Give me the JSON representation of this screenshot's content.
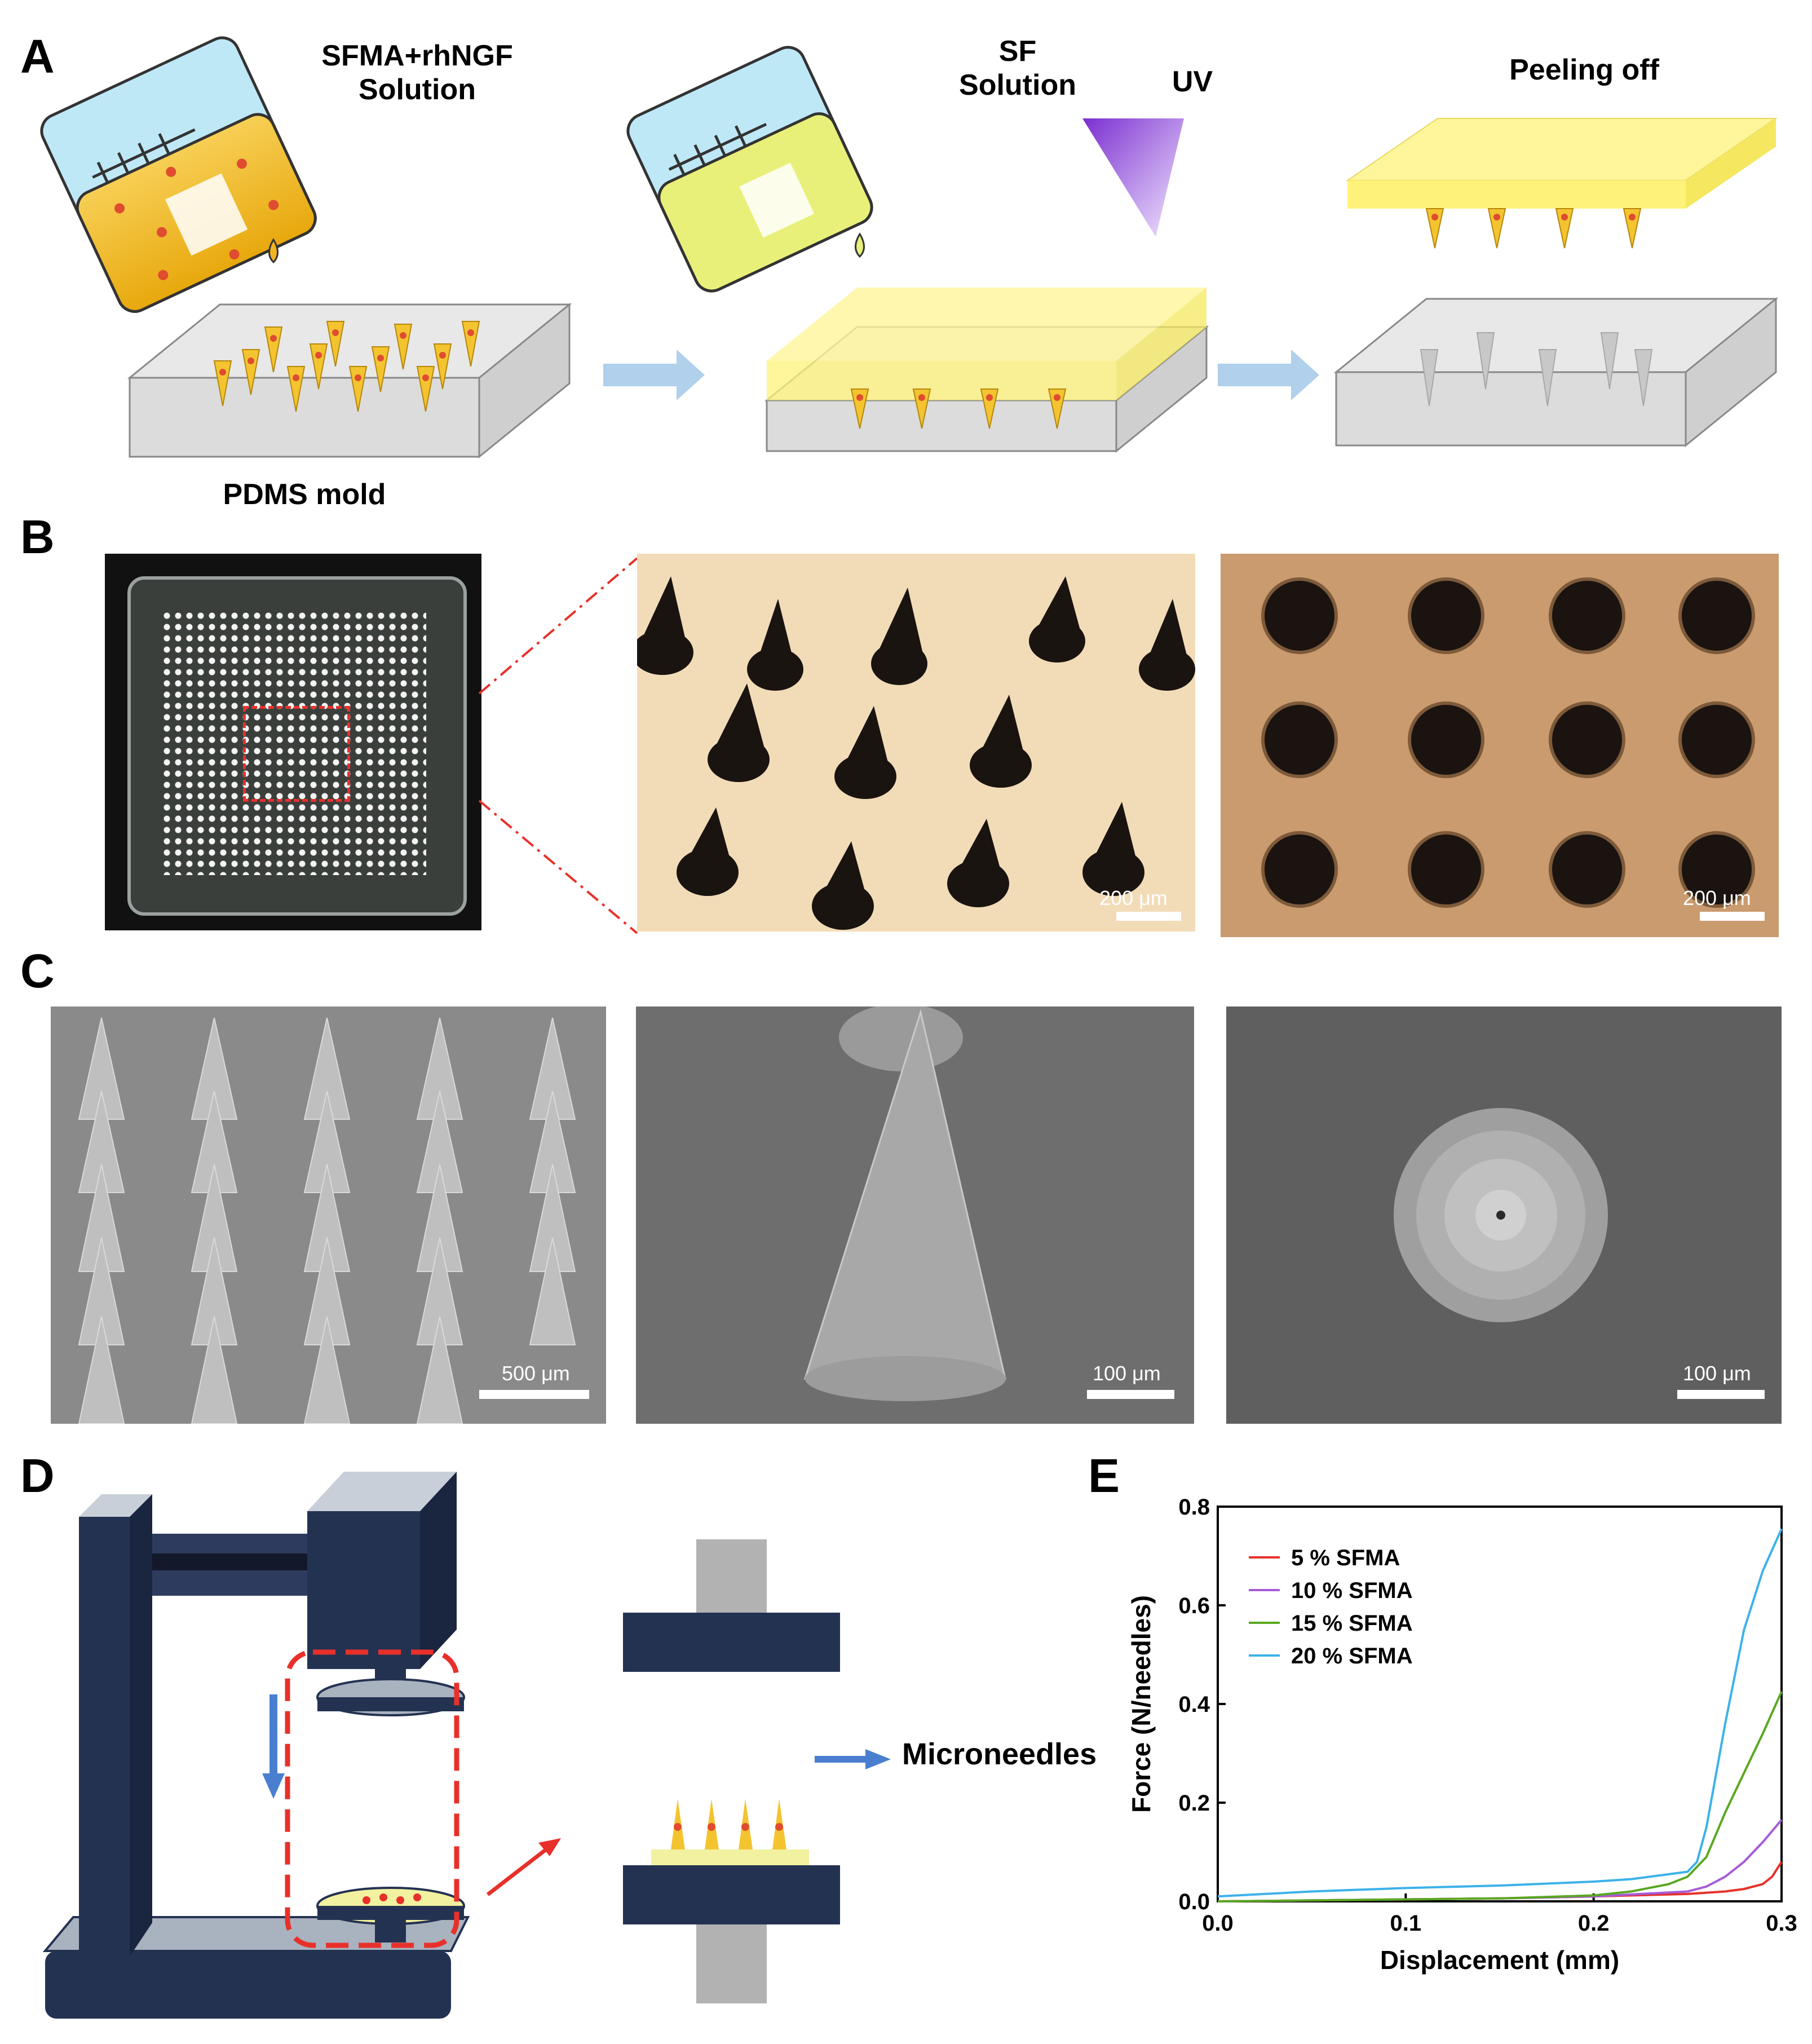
{
  "panels": {
    "a": {
      "letter": "A"
    },
    "b": {
      "letter": "B"
    },
    "c": {
      "letter": "C"
    },
    "d": {
      "letter": "D"
    },
    "e": {
      "letter": "E"
    }
  },
  "panel_a": {
    "solution1_line1": "SFMA+rhNGF",
    "solution1_line2": "Solution",
    "solution2_line1": "SF",
    "solution2_line2": "Solution",
    "uv": "UV",
    "peeling": "Peeling off",
    "mold": "PDMS mold"
  },
  "panel_b": {
    "scale1": "200 μm",
    "scale2": "200 μm"
  },
  "panel_c": {
    "scale1": "500 μm",
    "scale2": "100 μm",
    "scale3": "100 μm"
  },
  "panel_d": {
    "microneedles": "Microneedles"
  },
  "chart_data": {
    "type": "line",
    "xlabel": "Displacement (mm)",
    "ylabel": "Force (N/needles)",
    "xlim": [
      0.0,
      0.3
    ],
    "ylim": [
      0.0,
      0.8
    ],
    "xticks": [
      "0.0",
      "0.1",
      "0.2",
      "0.3"
    ],
    "yticks": [
      "0.0",
      "0.2",
      "0.4",
      "0.6",
      "0.8"
    ],
    "legend_position": "top-left",
    "series": [
      {
        "name": "5 % SFMA",
        "color": "#e8302a",
        "x": [
          0.0,
          0.05,
          0.1,
          0.15,
          0.2,
          0.25,
          0.27,
          0.28,
          0.29,
          0.295,
          0.3
        ],
        "y": [
          0.0,
          0.002,
          0.004,
          0.006,
          0.01,
          0.015,
          0.02,
          0.025,
          0.035,
          0.05,
          0.08
        ]
      },
      {
        "name": "10 % SFMA",
        "color": "#a55bd6",
        "x": [
          0.0,
          0.05,
          0.1,
          0.15,
          0.2,
          0.25,
          0.26,
          0.27,
          0.28,
          0.29,
          0.3
        ],
        "y": [
          0.0,
          0.002,
          0.004,
          0.006,
          0.01,
          0.02,
          0.03,
          0.05,
          0.08,
          0.12,
          0.165
        ]
      },
      {
        "name": "15 % SFMA",
        "color": "#5aa821",
        "x": [
          0.0,
          0.05,
          0.1,
          0.15,
          0.2,
          0.22,
          0.24,
          0.25,
          0.26,
          0.27,
          0.28,
          0.29,
          0.3
        ],
        "y": [
          0.0,
          0.002,
          0.004,
          0.006,
          0.012,
          0.02,
          0.035,
          0.05,
          0.09,
          0.18,
          0.26,
          0.34,
          0.425
        ]
      },
      {
        "name": "20 % SFMA",
        "color": "#3cb2ea",
        "x": [
          0.0,
          0.05,
          0.1,
          0.15,
          0.2,
          0.22,
          0.24,
          0.25,
          0.255,
          0.26,
          0.27,
          0.28,
          0.29,
          0.3
        ],
        "y": [
          0.01,
          0.02,
          0.027,
          0.032,
          0.04,
          0.045,
          0.055,
          0.06,
          0.08,
          0.15,
          0.36,
          0.55,
          0.67,
          0.755
        ]
      }
    ]
  }
}
